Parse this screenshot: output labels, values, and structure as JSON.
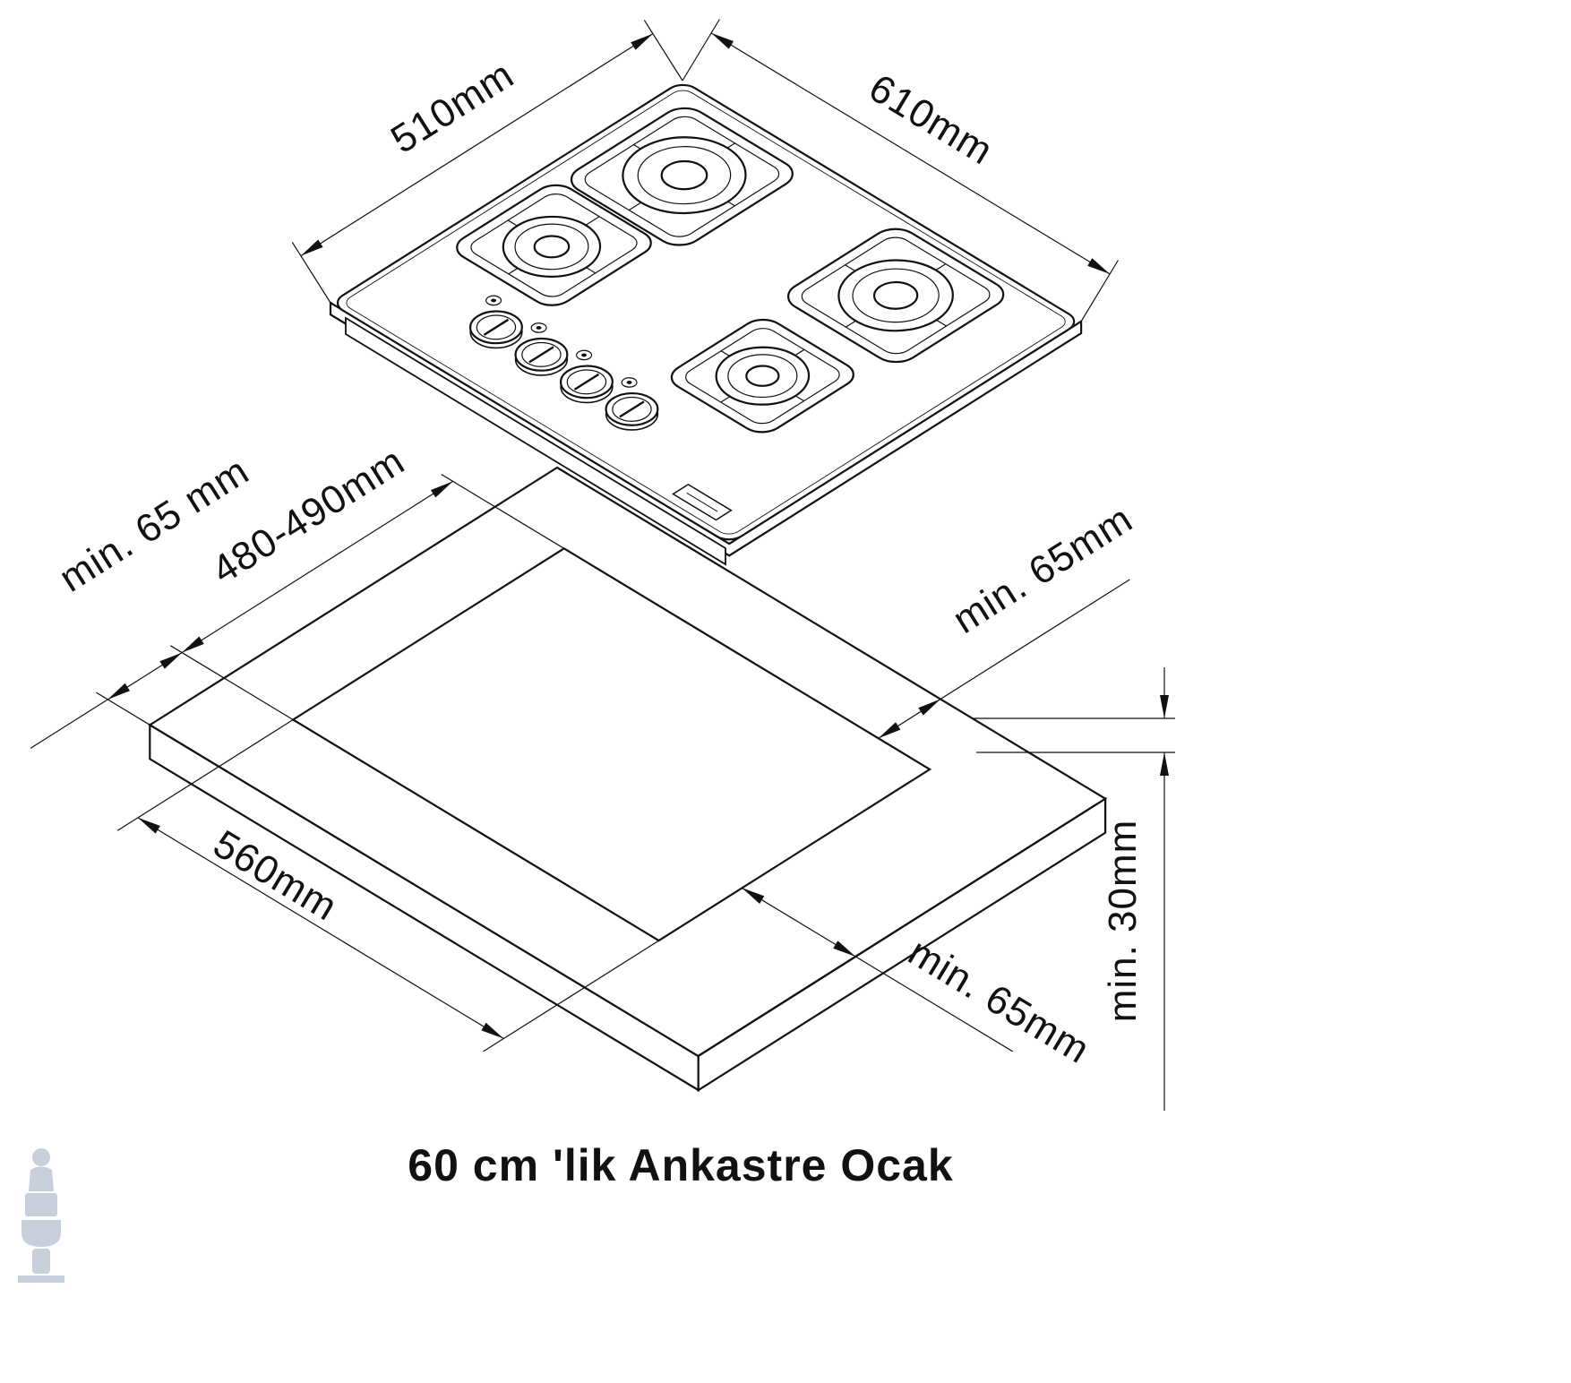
{
  "caption": {
    "text": "60 cm 'lik Ankastre Ocak"
  },
  "labels": {
    "hob_width": "510mm",
    "hob_depth": "610mm",
    "clearance_left": "min. 65 mm",
    "cutout_depth": "480-490mm",
    "clearance_right": "min. 65mm",
    "cutout_width": "560mm",
    "clearance_front": "min. 65mm",
    "counter_thickness": "min. 30mm"
  },
  "colors": {
    "ink": "#111111",
    "watermark": "#8fa0b8"
  }
}
